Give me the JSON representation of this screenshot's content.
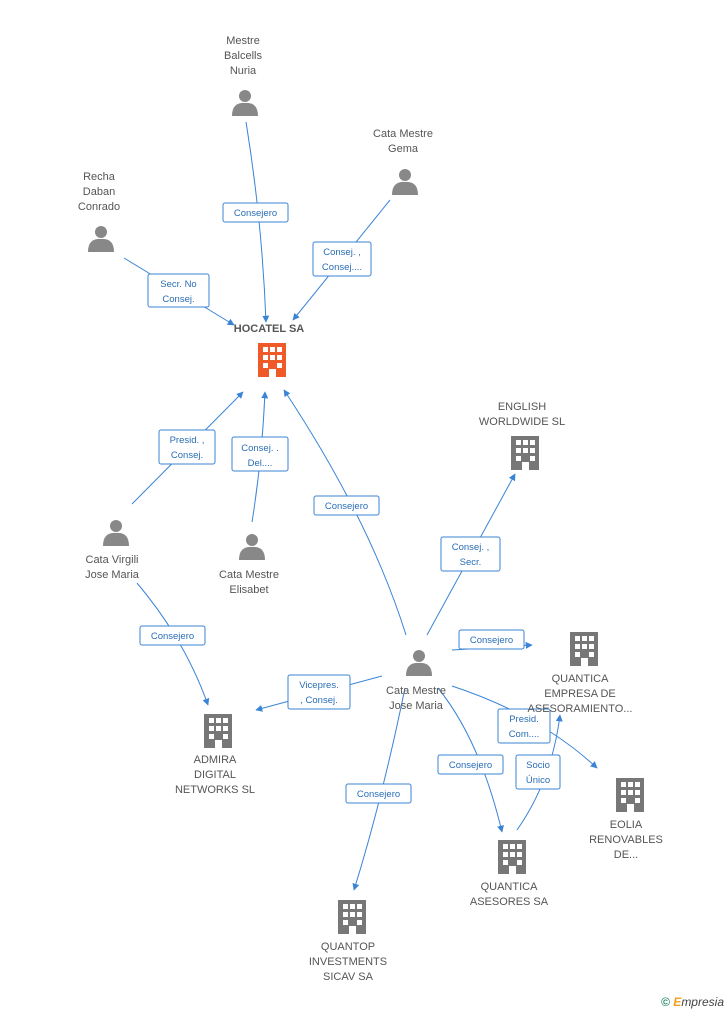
{
  "nodes": {
    "mestre_balcells": {
      "label_lines": [
        "Mestre",
        "Balcells",
        "Nuria"
      ],
      "icon": "person-icon"
    },
    "cata_gema": {
      "label_lines": [
        "Cata Mestre",
        "Gema"
      ],
      "icon": "person-icon"
    },
    "recha": {
      "label_lines": [
        "Recha",
        "Daban",
        "Conrado"
      ],
      "icon": "person-icon"
    },
    "hocatel": {
      "label_lines": [
        "HOCATEL SA"
      ],
      "icon": "building-icon",
      "color": "#f05a28"
    },
    "english": {
      "label_lines": [
        "ENGLISH",
        "WORLDWIDE  SL"
      ],
      "icon": "building-icon"
    },
    "cata_virgili": {
      "label_lines": [
        "Cata Virgili",
        "Jose Maria"
      ],
      "icon": "person-icon"
    },
    "cata_elisabet": {
      "label_lines": [
        "Cata Mestre",
        "Elisabet"
      ],
      "icon": "person-icon"
    },
    "cata_jose": {
      "label_lines": [
        "Cata Mestre",
        "Jose Maria"
      ],
      "icon": "person-icon"
    },
    "quantica_empresa": {
      "label_lines": [
        "QUANTICA",
        "EMPRESA DE",
        "ASESORAMIENTO..."
      ],
      "icon": "building-icon"
    },
    "admira": {
      "label_lines": [
        "ADMIRA",
        "DIGITAL",
        "NETWORKS SL"
      ],
      "icon": "building-icon"
    },
    "eolia": {
      "label_lines": [
        "EOLIA",
        "RENOVABLES",
        "DE..."
      ],
      "icon": "building-icon"
    },
    "quantica_asesores": {
      "label_lines": [
        "QUANTICA",
        "ASESORES SA"
      ],
      "icon": "building-icon"
    },
    "quantop": {
      "label_lines": [
        "QUANTOP",
        "INVESTMENTS",
        "SICAV SA"
      ],
      "icon": "building-icon"
    }
  },
  "edges": {
    "balcells_hocatel": [
      "Consejero"
    ],
    "gema_hocatel": [
      "Consej. ,",
      "Consej...."
    ],
    "recha_hocatel": [
      "Secr.  No",
      "Consej."
    ],
    "virgili_hocatel": [
      "Presid. ,",
      "Consej."
    ],
    "elisabet_hocatel": [
      "Consej. .",
      "Del...."
    ],
    "jose_hocatel": [
      "Consejero"
    ],
    "jose_english": [
      "Consej. ,",
      "Secr."
    ],
    "virgili_admira": [
      "Consejero"
    ],
    "jose_quantica_empresa": [
      "Consejero"
    ],
    "jose_admira": [
      "Vicepres.",
      ", Consej."
    ],
    "jose_eolia": [
      "Presid.",
      "Com...."
    ],
    "jose_quantica_asesores": [
      "Consejero"
    ],
    "asesores_quantica_empresa": [
      "Socio",
      "Único"
    ],
    "jose_quantop": [
      "Consejero"
    ]
  },
  "footer": {
    "copyright": "©",
    "brand_initial": "E",
    "brand_rest": "mpresia"
  },
  "colors": {
    "edge": "#3a84d6",
    "main_company": "#f05a28",
    "icon": "#808080"
  }
}
